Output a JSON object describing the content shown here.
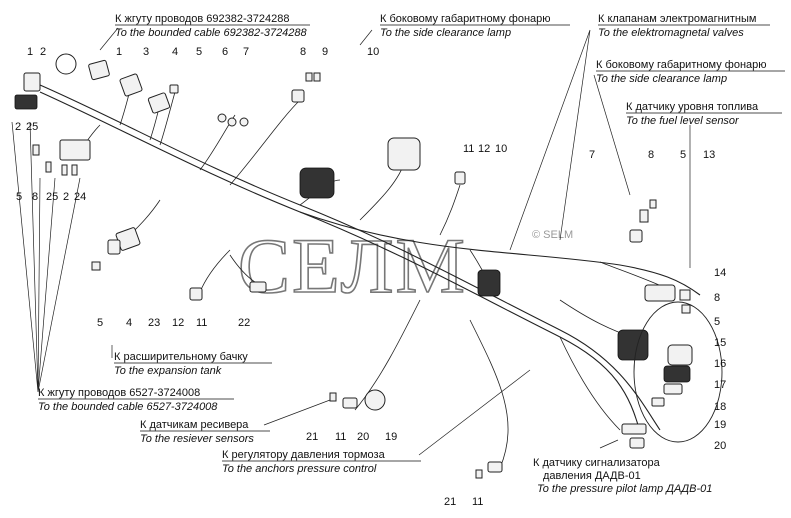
{
  "watermark": {
    "text": "СЕЛМ",
    "sub": "© SELM"
  },
  "labels": [
    {
      "ru": "К жгуту проводов 692382-3724288",
      "en": "To the bounded cable 692382-3724288"
    },
    {
      "ru": "К боковому габаритному фонарю",
      "en": "To the side clearance lamp"
    },
    {
      "ru": "К клапанам электромагнитным",
      "en": "To the elektromagnetal valves"
    },
    {
      "ru": "К боковому габаритному фонарю",
      "en": "To the side clearance lamp"
    },
    {
      "ru": "К датчику уровня топлива",
      "en": "To the fuel level sensor"
    },
    {
      "ru": "К расширительному бачку",
      "en": "To the expansion tank"
    },
    {
      "ru": "К жгуту проводов 6527-3724008",
      "en": "To the bounded cable 6527-3724008"
    },
    {
      "ru": "К датчикам ресивера",
      "en": "To the resiever sensors"
    },
    {
      "ru": "К регулятору давления тормоза",
      "en": "To the anchors pressure control"
    },
    {
      "ru": "К датчику сигнализатора",
      "ru2": "давления ДАДВ-01",
      "en": "To the pressure pilot lamp ДАДВ-01"
    }
  ],
  "callouts": [
    "1",
    "2",
    "1",
    "3",
    "4",
    "5",
    "6",
    "7",
    "8",
    "9",
    "10",
    "2",
    "25",
    "5",
    "8",
    "25",
    "2",
    "24",
    "11",
    "12",
    "10",
    "7",
    "8",
    "5",
    "13",
    "14",
    "8",
    "5",
    "15",
    "16",
    "17",
    "18",
    "19",
    "20",
    "5",
    "4",
    "23",
    "12",
    "11",
    "22",
    "21",
    "11",
    "20",
    "19",
    "21",
    "11"
  ]
}
